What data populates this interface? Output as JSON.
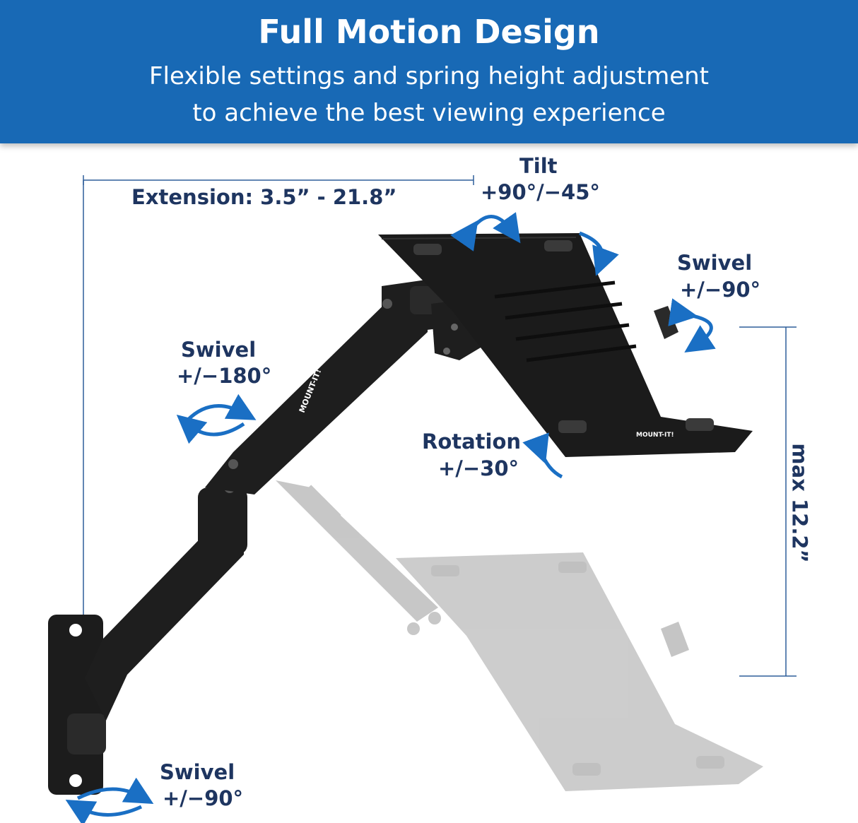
{
  "header": {
    "title": "Full Motion Design",
    "subtitle_line1": "Flexible settings and spring height adjustment",
    "subtitle_line2": "to achieve the best viewing experience"
  },
  "callouts": {
    "extension": "Extension: 3.5” - 21.8”",
    "tilt_title": "Tilt",
    "tilt_value": "+90°/−45°",
    "swivel_tray_title": "Swivel",
    "swivel_tray_value": "+/−90°",
    "swivel_arm_title": "Swivel",
    "swivel_arm_value": "+/−180°",
    "rotation_title": "Rotation",
    "rotation_value": "+/−30°",
    "swivel_base_title": "Swivel",
    "swivel_base_value": "+/−90°",
    "height": "max 12.2”"
  },
  "product": {
    "brand_mark": "MOUNT-IT!"
  },
  "colors": {
    "banner": "#1869b5",
    "label_text": "#1e3560",
    "arrow_blue": "#1a6fc4",
    "dimension_line": "#2f5f9a"
  }
}
